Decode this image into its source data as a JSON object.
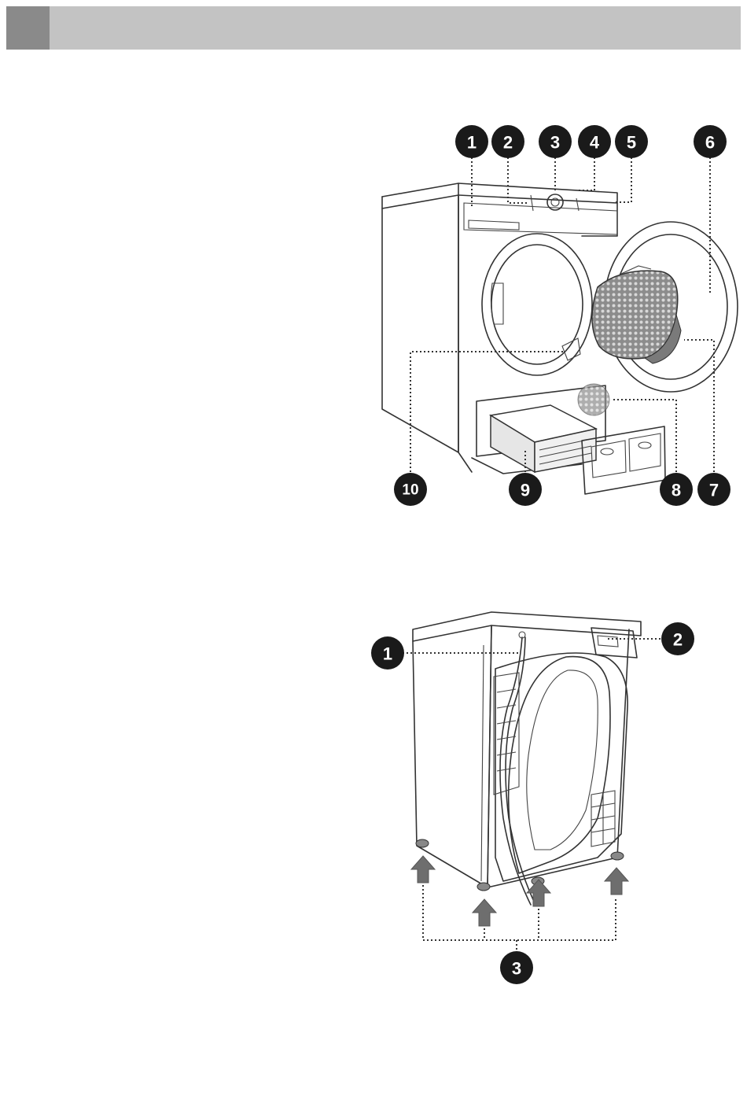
{
  "header": {
    "band_color": "#c3c3c3",
    "tab_color": "#8a8a8a"
  },
  "front_diagram": {
    "callouts": [
      {
        "label": "1"
      },
      {
        "label": "2"
      },
      {
        "label": "3"
      },
      {
        "label": "4"
      },
      {
        "label": "5"
      },
      {
        "label": "6"
      },
      {
        "label": "7"
      },
      {
        "label": "8"
      },
      {
        "label": "9"
      },
      {
        "label": "10"
      }
    ]
  },
  "rear_diagram": {
    "callouts": [
      {
        "label": "1"
      },
      {
        "label": "2"
      },
      {
        "label": "3"
      }
    ]
  },
  "colors": {
    "callout_fill": "#1a1a1a",
    "line": "#333333",
    "arrow": "#6e6e6e",
    "filter": "#7a7a7a"
  }
}
